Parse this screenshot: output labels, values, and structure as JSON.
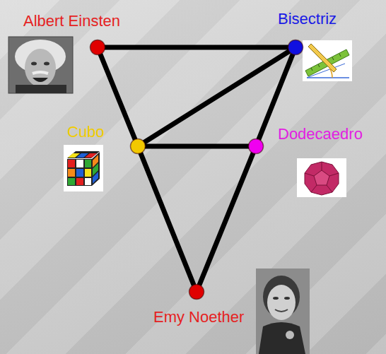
{
  "diagram": {
    "nodes": [
      {
        "text": [
          "Albert Einsten"
        ]
      },
      {
        "text": [
          "Bisectriz"
        ]
      },
      {
        "text": [
          "Cubo"
        ]
      },
      {
        "text": [
          "Dodecaedro"
        ]
      },
      {
        "text": [
          "Emy Noether"
        ]
      }
    ],
    "edges": [
      {
        "from": 0,
        "to": 1,
        "arrow": "none"
      },
      {
        "from": 0,
        "to": 2,
        "arrow": "none"
      },
      {
        "from": 1,
        "to": 2,
        "arrow": "none"
      },
      {
        "from": 2,
        "to": 3,
        "arrow": "none"
      },
      {
        "from": 1,
        "to": 3,
        "arrow": "none"
      },
      {
        "from": 2,
        "to": 4,
        "arrow": "none"
      },
      {
        "from": 3,
        "to": 4,
        "arrow": "none"
      }
    ]
  }
}
